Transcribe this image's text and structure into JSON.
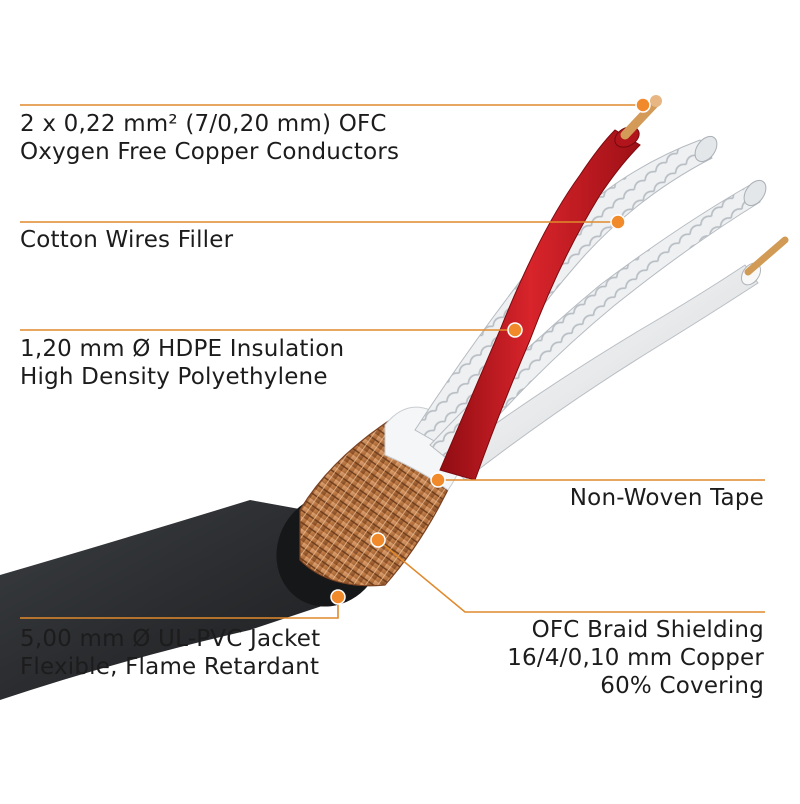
{
  "colors": {
    "background": "#ffffff",
    "leader_line": "#e08a2c",
    "leader_dot": "#f08a2a",
    "text": "#1c1c1c",
    "jacket": "#2f3134",
    "red_insulation": "#c4141c",
    "white_insulation": "#f2f2f2",
    "copper": "#c98a52"
  },
  "callouts": [
    {
      "id": "conductors",
      "lines": [
        "2 x 0,22 mm² (7/0,20 mm) OFC",
        "Oxygen Free Copper Conductors"
      ]
    },
    {
      "id": "filler",
      "lines": [
        "Cotton Wires Filler"
      ]
    },
    {
      "id": "insulation",
      "lines": [
        "1,20 mm Ø HDPE Insulation",
        "High Density Polyethylene"
      ]
    },
    {
      "id": "tape",
      "lines": [
        "Non-Woven Tape"
      ]
    },
    {
      "id": "jacket",
      "lines": [
        "5,00 mm Ø UL-PVC Jacket",
        "Flexible, Flame Retardant"
      ]
    },
    {
      "id": "shield",
      "lines": [
        "OFC Braid Shielding",
        "16/4/0,10 mm Copper",
        "60% Covering"
      ]
    }
  ]
}
